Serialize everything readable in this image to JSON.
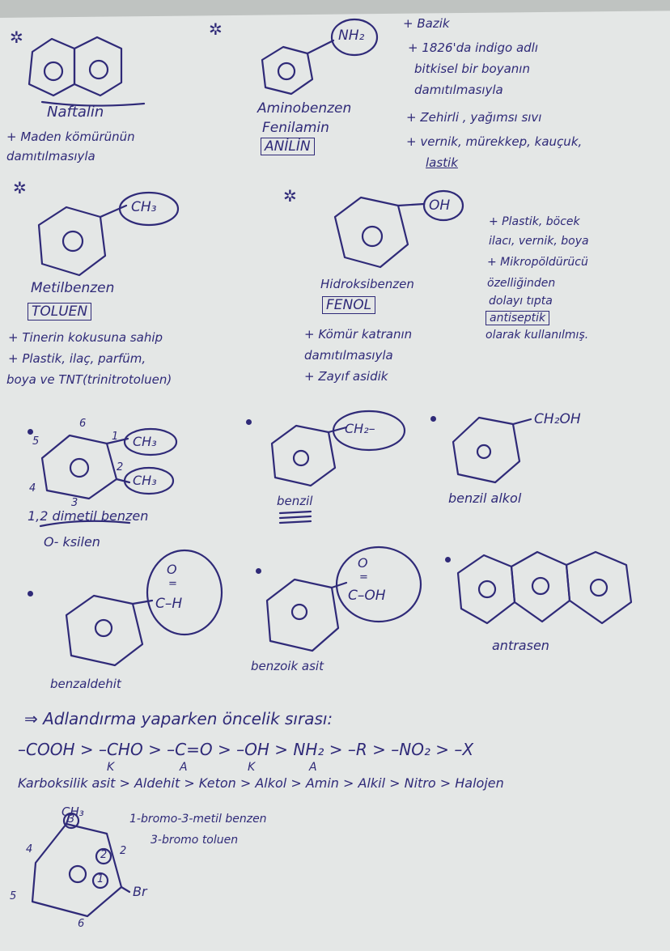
{
  "top": {
    "naftalin_name": "Naftalin",
    "naftalin_note_1": "+ Maden kömürünün",
    "naftalin_note_2": "damıtılmasıyla",
    "anilin_group": "NH₂",
    "anilin_name_1": "Aminobenzen",
    "anilin_name_2": "Fenilamin",
    "anilin_name_3": "ANİLİN",
    "anilin_notes": [
      "+ Bazik",
      "+ 1826'da indigo adlı",
      "bitkisel bir boyanın",
      "damıtılmasıyla",
      "+ Zehirli , yağımsı sıvı",
      "+ vernik, mürekkep, kauçuk,",
      "lastik"
    ]
  },
  "middle": {
    "toluen_group": "CH₃",
    "toluen_name_1": "Metilbenzen",
    "toluen_name_2": "TOLUEN",
    "toluen_notes": [
      "+ Tinerin kokusuna sahip",
      "+ Plastik, ilaç, parfüm,",
      "boya ve TNT(trinitrotoluen)"
    ],
    "fenol_group": "OH",
    "fenol_name_1": "Hidroksibenzen",
    "fenol_name_2": "FENOL",
    "fenol_notes_left": [
      "+ Kömür katranın",
      "damıtılmasıyla",
      "+ Zayıf asidik"
    ],
    "fenol_notes_right": [
      "+ Plastik, böcek",
      "ilacı, vernik, boya",
      "+ Mikropöldürücü",
      "özelliğinden",
      "dolayı tıpta",
      "antiseptik",
      "olarak kullanılmış."
    ]
  },
  "row3": {
    "ksilen_sub1": "CH₃",
    "ksilen_sub2": "CH₃",
    "ksilen_numbers": [
      "1",
      "2",
      "3",
      "4",
      "5",
      "6"
    ],
    "ksilen_name_1": "1,2 dimetil benzen",
    "ksilen_name_2": "O- ksilen",
    "benzil_group": "CH₂–",
    "benzil_name": "benzil",
    "benzil_alkol_group": "CH₂OH",
    "benzil_alkol_name": "benzil alkol"
  },
  "row4": {
    "aldehit_o": "O",
    "aldehit_group": "C–H",
    "aldehit_name": "benzaldehit",
    "asit_o": "O",
    "asit_group": "C–OH",
    "asit_name": "benzoik asit",
    "antrasen_name": "antrasen"
  },
  "priority": {
    "heading": "⇒ Adlandırma yaparken öncelik sırası:",
    "sequence": "–COOH > –CHO > –C=O > –OH > NH₂ > –R > –NO₂ > –X",
    "marks": [
      "K",
      "A",
      "K",
      "A"
    ],
    "names": "Karboksilik asit > Aldehit > Keton > Alkol > Amin > Alkil > Nitro > Halojen"
  },
  "bottom": {
    "group_top": "CH₃",
    "group_br": "Br",
    "circled": [
      "3",
      "2",
      "1"
    ],
    "ring_numbers": [
      "2",
      "4",
      "5",
      "6"
    ],
    "name_1": "1-bromo-3-metil benzen",
    "name_2": "3-bromo toluen"
  },
  "stars": [
    "✲",
    "✲",
    "✲",
    "✲"
  ]
}
